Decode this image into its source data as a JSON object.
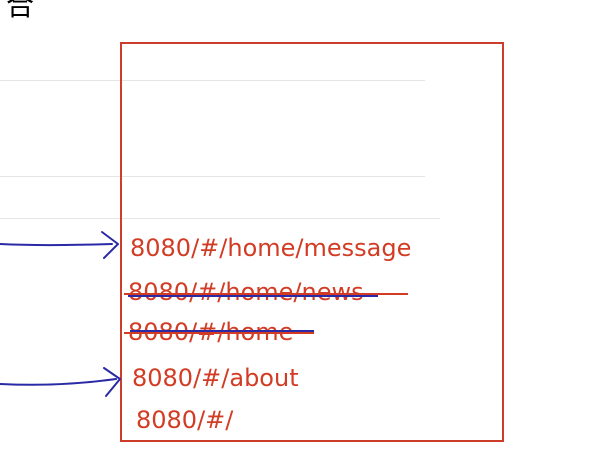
{
  "header": {
    "glyph": "合"
  },
  "history": {
    "items": [
      {
        "label": "8080/#/home/message",
        "state": "active"
      },
      {
        "label": "8080/#/home/news",
        "state": "struck"
      },
      {
        "label": "8080/#/home",
        "state": "struck"
      },
      {
        "label": "8080/#/about",
        "state": "active"
      },
      {
        "label": "8080/#/",
        "state": "normal"
      }
    ]
  },
  "colors": {
    "annotation_red": "#d23c24",
    "annotation_blue": "#2a2aa6",
    "divider": "#e6e6e6"
  }
}
